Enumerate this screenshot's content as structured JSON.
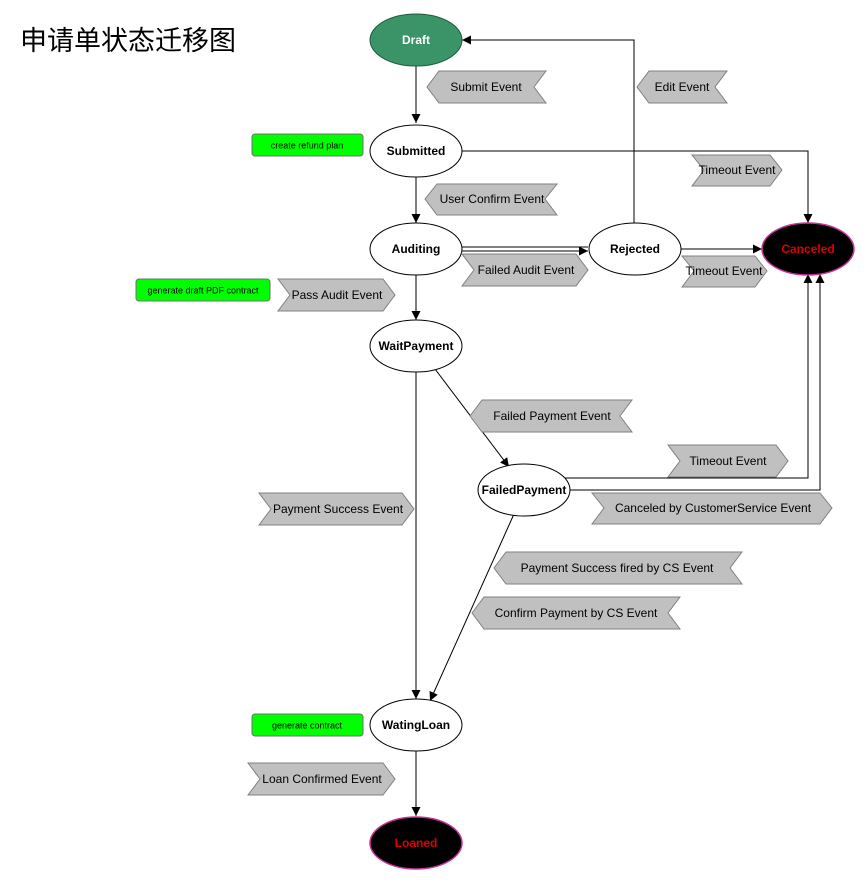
{
  "title": "申请单状态迁移图",
  "colors": {
    "start_fill": "#3a9468",
    "state_fill": "#ffffff",
    "terminal_fill": "#000000",
    "terminal_text": "#e00000",
    "terminal_border": "#cc3399",
    "event_fill": "#c0c0c0",
    "note_fill": "#00ff00"
  },
  "states": {
    "draft": "Draft",
    "submitted": "Submitted",
    "auditing": "Auditing",
    "rejected": "Rejected",
    "canceled": "Canceled",
    "wait_payment": "WaitPayment",
    "failed_payment": "FailedPayment",
    "wating_loan": "WatingLoan",
    "loaned": "Loaned"
  },
  "events": {
    "submit": "Submit Event",
    "edit": "Edit Event",
    "timeout_submitted": "Timeout Event",
    "user_confirm": "User Confirm Event",
    "failed_audit": "Failed Audit Event",
    "timeout_rejected": "Timeout Event",
    "pass_audit": "Pass Audit Event",
    "failed_payment": "Failed Payment  Event",
    "timeout_failed_payment": "Timeout Event",
    "canceled_by_cs": "Canceled by CustomerService Event",
    "payment_success": "Payment Success Event",
    "payment_success_cs": "Payment Success fired by CS Event",
    "confirm_payment_cs": "Confirm Payment by CS Event",
    "loan_confirmed": "Loan Confirmed Event"
  },
  "notes": {
    "create_refund_plan": "create refund plan",
    "generate_draft_pdf": "generate draft PDF contract",
    "generate_contract": "generate contract"
  }
}
